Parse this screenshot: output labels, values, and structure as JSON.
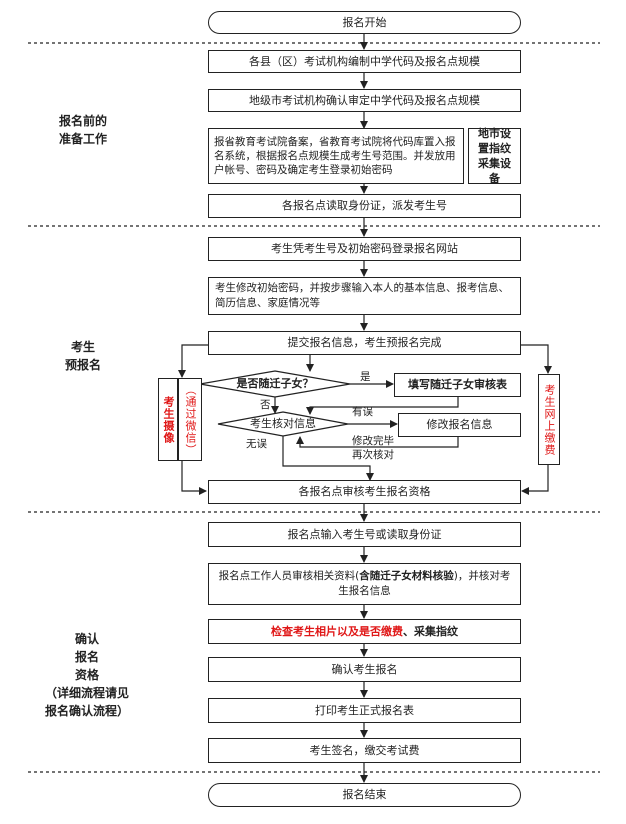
{
  "sections": {
    "prep": "报名前的\n准备工作",
    "pre": "考生\n预报名",
    "confirm": "确认\n报名\n资格\n（详细流程请见\n报名确认流程）"
  },
  "nodes": {
    "start": "报名开始",
    "county": "各县（区）考试机构编制中学代码及报名点规模",
    "city": "地级市考试机构确认审定中学代码及报名点规模",
    "province": "报省教育考试院备案，省教育考试院将代码库置入报名系统，根据报名点规模生成考生号范围。并发放用户帐号、密码及确定考生登录初始密码",
    "fingerprint_device": "地市设置指纹采集设备",
    "read_id": "各报名点读取身份证，派发考生号",
    "login": "考生凭考生号及初始密码登录报名网站",
    "modify_pwd": "考生修改初始密码，并按步骤输入本人的基本信息、报考信息、简历信息、家庭情况等",
    "submit": "提交报名信息，考生预报名完成",
    "photo": "考生摄像",
    "wechat": "（通过微信）",
    "online_pay": "考生网上缴费",
    "decision_migrant": "是否随迁子女？",
    "migrant_form": "填写随迁子女审核表",
    "decision_check": "考生核对信息",
    "modify_info": "修改报名信息",
    "audit": "各报名点审核考生报名资格",
    "input_id": "报名点输入考生号或读取身份证",
    "staff_check_pre": "报名点工作人员审核相关资料(",
    "staff_check_bold": "含随迁子女材料核验",
    "staff_check_post": ")，并核对考生报名信息",
    "check_photo_red": "检查考生相片以及是否缴费",
    "check_photo_black": "、采集指纹",
    "confirm_reg": "确认考生报名",
    "print_form": "打印考生正式报名表",
    "sign": "考生签名，缴交考试费",
    "end": "报名结束"
  },
  "labels": {
    "yes": "是",
    "no": "否",
    "has_error": "有误",
    "no_error": "无误",
    "modified": "修改完毕\n再次核对"
  },
  "colors": {
    "line": "#222222",
    "highlight": "#e01818"
  }
}
